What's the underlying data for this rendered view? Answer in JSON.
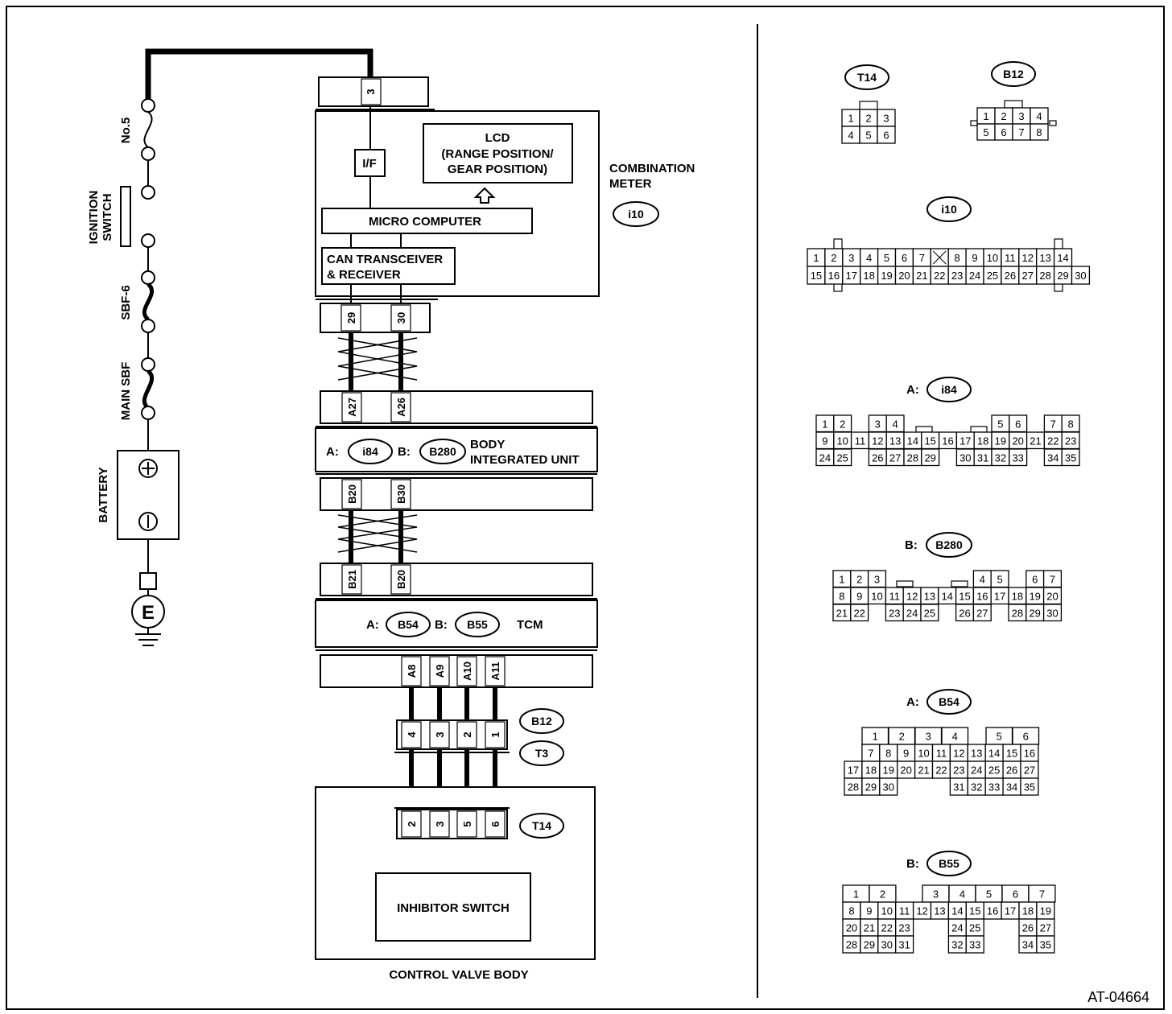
{
  "labels": {
    "fuse_no5": "No.5",
    "ignition_switch": [
      "IGNITION",
      "SWITCH"
    ],
    "sbf6": "SBF-6",
    "main_sbf": "MAIN SBF",
    "battery": "BATTERY",
    "plus": "+",
    "minus": "−",
    "ground": "E",
    "interface": "I/F",
    "lcd": [
      "LCD",
      "(RANGE POSITION/",
      "GEAR POSITION)"
    ],
    "micro_computer": "MICRO COMPUTER",
    "can": [
      "CAN TRANSCEIVER",
      "& RECEIVER"
    ],
    "combination_meter": [
      "COMBINATION",
      "METER"
    ],
    "body_integrated_unit": [
      "BODY",
      "INTEGRATED UNIT"
    ],
    "tcm": "TCM",
    "inhibitor_switch": "INHIBITOR SWITCH",
    "control_valve_body": "CONTROL VALVE BODY",
    "prefix_a": "A:",
    "prefix_b": "B:",
    "figure_id": "AT-04664"
  },
  "refs": {
    "i10": "i10",
    "i84": "i84",
    "b280": "B280",
    "b54": "B54",
    "b55": "B55",
    "b12": "B12",
    "t3": "T3",
    "t14": "T14"
  },
  "pins": {
    "meter_top": "3",
    "meter_bottom": [
      "29",
      "30"
    ],
    "biu_top": [
      "A27",
      "A26"
    ],
    "biu_bottom": [
      "B20",
      "B30"
    ],
    "tcm_top": [
      "B21",
      "B20"
    ],
    "tcm_bottom": [
      "A8",
      "A9",
      "A10",
      "A11"
    ],
    "b12_conn": [
      "4",
      "3",
      "2",
      "1"
    ],
    "t14_conn": [
      "2",
      "3",
      "5",
      "6"
    ]
  },
  "connector_faces": {
    "t14": [
      [
        "1",
        "2",
        "3"
      ],
      [
        "4",
        "5",
        "6"
      ]
    ],
    "b12": [
      [
        "1",
        "2",
        "3",
        "4"
      ],
      [
        "5",
        "6",
        "7",
        "8"
      ]
    ],
    "i10": [
      [
        "1",
        "2",
        "3",
        "4",
        "5",
        "6",
        "7",
        "",
        "8",
        "9",
        "10",
        "11",
        "12",
        "13",
        "14"
      ],
      [
        "15",
        "16",
        "17",
        "18",
        "19",
        "20",
        "21",
        "22",
        "23",
        "24",
        "25",
        "26",
        "27",
        "28",
        "29",
        "30"
      ]
    ],
    "i84": [
      [
        "1",
        "2",
        "3",
        "4",
        "5",
        "6",
        "7",
        "8"
      ],
      [
        "9",
        "10",
        "11",
        "12",
        "13",
        "14",
        "15",
        "16",
        "17",
        "18",
        "19",
        "20",
        "21",
        "22",
        "23"
      ],
      [
        "24",
        "25",
        "26",
        "27",
        "28",
        "29",
        "30",
        "31",
        "32",
        "33",
        "34",
        "35"
      ]
    ],
    "b280": [
      [
        "1",
        "2",
        "3",
        "4",
        "5",
        "6",
        "7"
      ],
      [
        "8",
        "9",
        "10",
        "11",
        "12",
        "13",
        "14",
        "15",
        "16",
        "17",
        "18",
        "19",
        "20"
      ],
      [
        "21",
        "22",
        "23",
        "24",
        "25",
        "26",
        "27",
        "28",
        "29",
        "30"
      ]
    ],
    "b54": [
      [
        "1",
        "2",
        "3",
        "4",
        "5",
        "6"
      ],
      [
        "7",
        "8",
        "9",
        "10",
        "11",
        "12",
        "13",
        "14",
        "15",
        "16"
      ],
      [
        "17",
        "18",
        "19",
        "20",
        "21",
        "22",
        "23",
        "24",
        "25",
        "26",
        "27"
      ],
      [
        "28",
        "29",
        "30",
        "31",
        "32",
        "33",
        "34",
        "35"
      ]
    ],
    "b55": [
      [
        "1",
        "2",
        "3",
        "4",
        "5",
        "6",
        "7"
      ],
      [
        "8",
        "9",
        "10",
        "11",
        "12",
        "13",
        "14",
        "15",
        "16",
        "17",
        "18",
        "19"
      ],
      [
        "20",
        "21",
        "22",
        "23",
        "24",
        "25",
        "26",
        "27"
      ],
      [
        "28",
        "29",
        "30",
        "31",
        "32",
        "33",
        "34",
        "35"
      ]
    ]
  }
}
